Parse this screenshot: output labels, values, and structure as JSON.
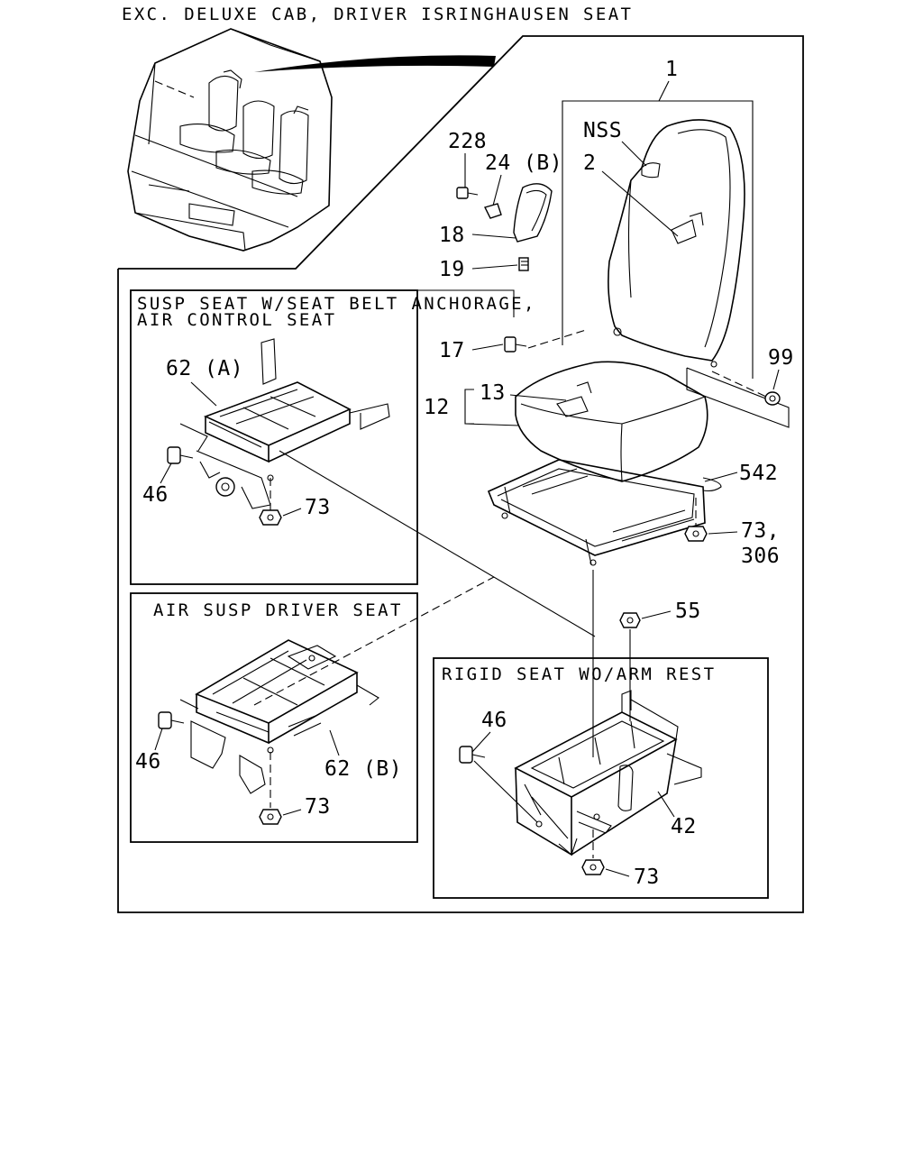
{
  "title": "EXC. DELUXE CAB, DRIVER ISRINGHAUSEN SEAT",
  "boxes": {
    "susp_seat": [
      "SUSP SEAT W/SEAT BELT ANCHORAGE,",
      "AIR CONTROL SEAT"
    ],
    "air_susp": "AIR SUSP DRIVER SEAT",
    "rigid_seat": "RIGID SEAT WO/ARM REST"
  },
  "callouts": {
    "seat_assembly": "1",
    "nss": "NSS",
    "seatback": "2",
    "bolt_228": "228",
    "bracket_24b": "24 (B)",
    "cover_18": "18",
    "screw_19": "19",
    "bolt_17": "17",
    "cushion_12": "12",
    "cushion_13": "13",
    "washer_99": "99",
    "lever_542": "542",
    "nut_73_306_a": "73,",
    "nut_73_306_b": "306",
    "nut_55": "55",
    "bracket_62a": "62 (A)",
    "bolt_46_susp": "46",
    "nut_73_susp": "73",
    "bolt_46_air": "46",
    "bracket_62b": "62 (B)",
    "nut_73_air": "73",
    "bolt_46_rigid": "46",
    "base_42": "42",
    "nut_73_rigid": "73"
  }
}
